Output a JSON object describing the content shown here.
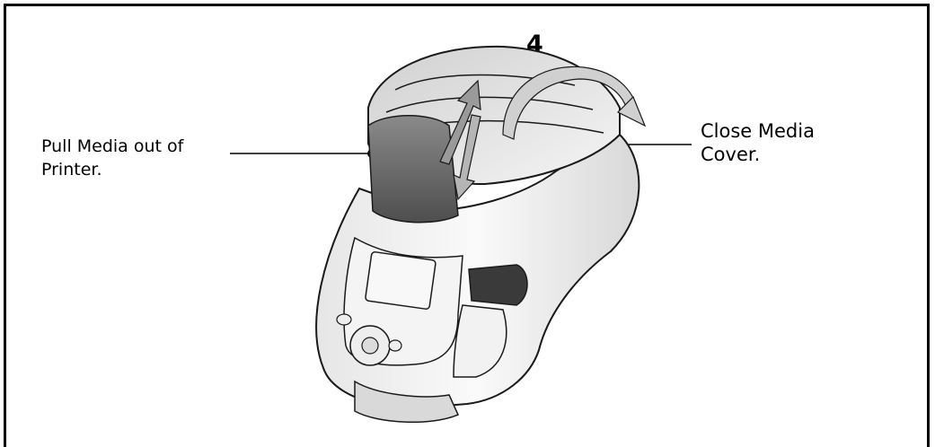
{
  "step_number": "4",
  "callouts": {
    "left": {
      "line1": "Pull Media  out  of",
      "line2": "Printer."
    },
    "right": {
      "line1": "Close Media",
      "line2": "Cover."
    }
  },
  "colors": {
    "frame": "#000000",
    "outline": "#1a1a1a",
    "body": "#f2f2f2",
    "shade": "#bdbdbd",
    "media": "#6f6f6f"
  },
  "icons": [
    "printer-illustration",
    "up-arrow-icon",
    "down-arrow-icon",
    "curved-arrow-icon"
  ]
}
